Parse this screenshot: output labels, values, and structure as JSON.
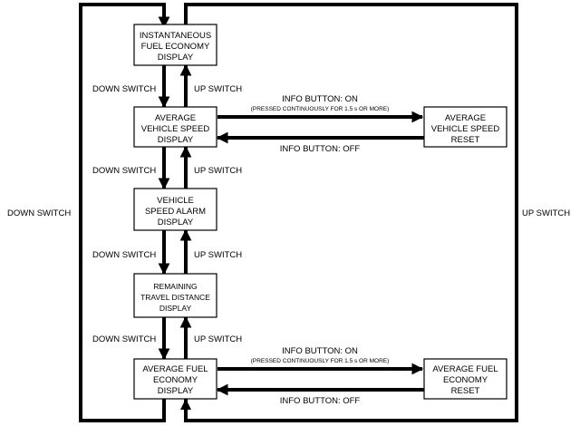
{
  "states": [
    {
      "lines": [
        "INSTANTANEOUS",
        "FUEL ECONOMY",
        "DISPLAY"
      ]
    },
    {
      "lines": [
        "AVERAGE",
        "VEHICLE SPEED",
        "DISPLAY"
      ]
    },
    {
      "lines": [
        "VEHICLE",
        "SPEED ALARM",
        "DISPLAY"
      ]
    },
    {
      "lines": [
        "REMAINING",
        "TRAVEL DISTANCE",
        "DISPLAY"
      ]
    },
    {
      "lines": [
        "AVERAGE FUEL",
        "ECONOMY",
        "DISPLAY"
      ]
    }
  ],
  "resets": [
    {
      "lines": [
        "AVERAGE",
        "VEHICLE SPEED",
        "RESET"
      ]
    },
    {
      "lines": [
        "AVERAGE FUEL",
        "ECONOMY",
        "RESET"
      ]
    }
  ],
  "labels": {
    "down_switch": "DOWN SWITCH",
    "up_switch": "UP SWITCH",
    "info_on": "INFO BUTTON: ON",
    "info_on_note": "(PRESSED CONTINUOUSLY FOR 1.5 s OR MORE)",
    "info_off": "INFO BUTTON: OFF"
  }
}
